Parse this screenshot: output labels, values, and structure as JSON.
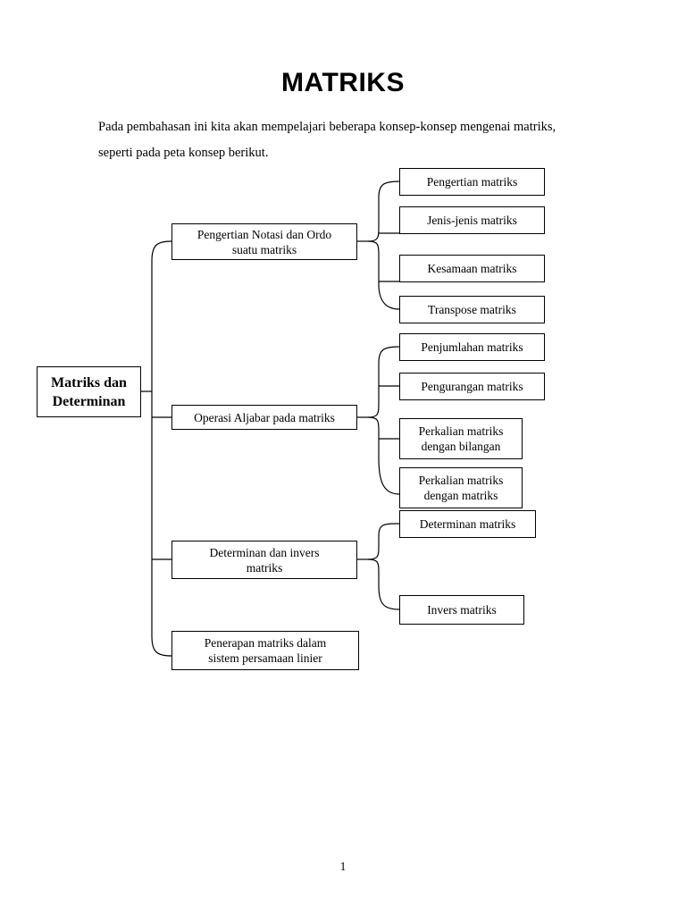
{
  "document": {
    "title": "MATRIKS",
    "intro_lines": [
      "Pada pembahasan ini kita akan mempelajari beberapa konsep-konsep mengenai matriks,",
      "seperti pada peta konsep berikut."
    ],
    "page_number": "1",
    "background_color": "#ffffff",
    "text_color": "#000000",
    "line_color": "#000000"
  },
  "concept_map": {
    "root": {
      "label_line1": "Matriks dan",
      "label_line2": "Determinan"
    },
    "branches": [
      {
        "label_line1": "Pengertian Notasi dan Ordo",
        "label_line2": "suatu matriks",
        "children": [
          {
            "label": "Pengertian matriks"
          },
          {
            "label": "Jenis-jenis matriks"
          },
          {
            "label": "Kesamaan matriks"
          },
          {
            "label": "Transpose matriks"
          }
        ]
      },
      {
        "label_line1": "Operasi Aljabar pada matriks",
        "label_line2": "",
        "children": [
          {
            "label": "Penjumlahan matriks"
          },
          {
            "label": "Pengurangan matriks"
          },
          {
            "label_line1": "Perkalian matriks",
            "label_line2": "dengan bilangan"
          },
          {
            "label_line1": "Perkalian matriks",
            "label_line2": "dengan matriks"
          }
        ]
      },
      {
        "label_line1": "Determinan dan invers",
        "label_line2": "matriks",
        "children": [
          {
            "label": "Determinan matriks"
          },
          {
            "label": "Invers matriks"
          }
        ]
      },
      {
        "label_line1": "Penerapan matriks dalam",
        "label_line2": "sistem persamaan linier",
        "children": []
      }
    ]
  }
}
